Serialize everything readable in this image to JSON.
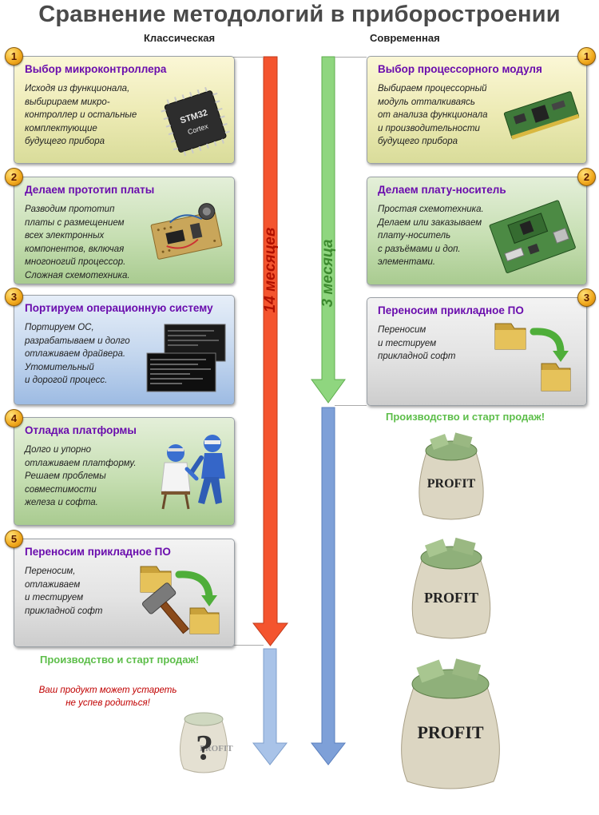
{
  "title": "Сравнение методологий в приборостроении",
  "classic": {
    "header": "Классическая",
    "duration": "14 месяцев",
    "steps": [
      {
        "num": "1",
        "title": "Выбор микроконтроллера",
        "text": "Исходя из функционала,\nвыбирираем микро-\nконтроллер и остальные\nкомплектующие\nбудущего прибора"
      },
      {
        "num": "2",
        "title": "Делаем прототип платы",
        "text": "Разводим прототип\nплаты с размещением\nвсех электронных\nкомпонентов, включая\nмногоногий процессор.\nСложная схемотехника."
      },
      {
        "num": "3",
        "title": "Портируем операционную систему",
        "text": "Портируем ОС,\nразрабатываем и долго\nотлаживаем драйвера.\nУтомительный\nи дорогой процесс."
      },
      {
        "num": "4",
        "title": "Отладка платформы",
        "text": "Долго и упорно\nотлаживаем платформу.\nРешаем проблемы\nсовместимости\nжелеза и софта."
      },
      {
        "num": "5",
        "title": "Переносим прикладное ПО",
        "text": "Переносим,\nотлаживаем\nи тестируем\nприкладной софт"
      }
    ],
    "production": "Производство и старт продаж!",
    "warning": "Ваш продукт может устареть\nне успев родиться!"
  },
  "modern": {
    "header": "Современная",
    "duration": "3 месяца",
    "steps": [
      {
        "num": "1",
        "title": "Выбор процессорного модуля",
        "text": "Выбираем процессорный\nмодуль отталкиваясь\nот анализа функционала\nи производительности\nбудущего прибора"
      },
      {
        "num": "2",
        "title": "Делаем плату-носитель",
        "text": "Простая схемотехника.\nДелаем или заказываем\nплату-носитель\nс разъёмами и доп.\nэлементами."
      },
      {
        "num": "3",
        "title": "Переносим прикладное ПО",
        "text": "Переносим\nи тестируем\nприкладной софт"
      }
    ],
    "production": "Производство и старт продаж!"
  },
  "images": {
    "chip_label_1": "STM32",
    "chip_label_2": "Cortex",
    "bag_label": "PROFIT",
    "question_mark": "?"
  },
  "colors": {
    "classic_arrow": "#f4542e",
    "modern_arrow": "#8fd67f",
    "sales_arrow": "#7ea0d8",
    "classic_sales_arrow": "#a9c3e8",
    "title_color": "#6a0dad",
    "duration_classic": "#b01000",
    "duration_modern": "#3c8a2e",
    "production_text": "#5dbe4a"
  }
}
